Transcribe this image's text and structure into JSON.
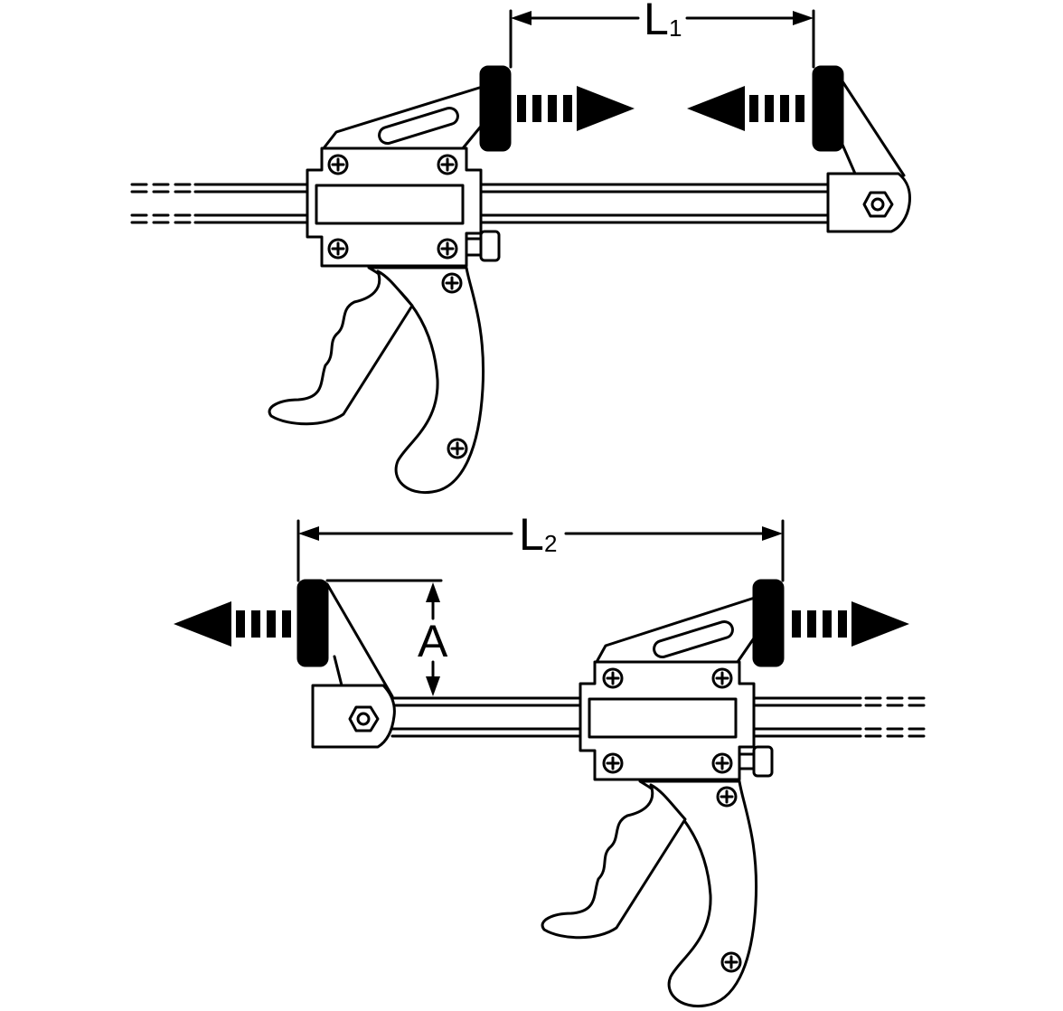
{
  "labels": {
    "l1_letter": "L",
    "l1_sub": "1",
    "l2_letter": "L",
    "l2_sub": "2",
    "a_letter": "A"
  },
  "colors": {
    "ink": "#000000",
    "paper": "#ffffff"
  }
}
